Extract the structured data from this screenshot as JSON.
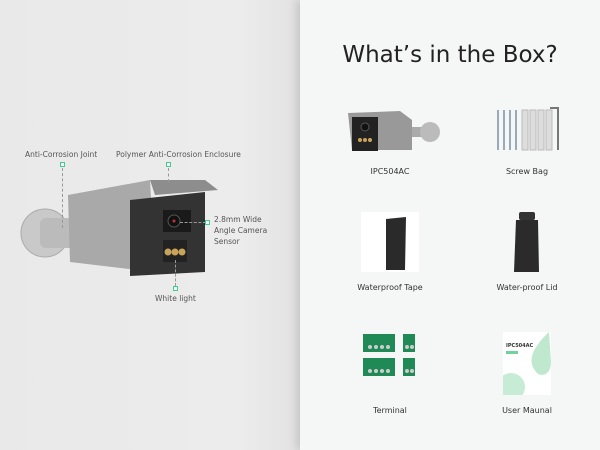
{
  "callouts": {
    "joint": "Anti-Corrosion Joint",
    "enclosure": "Polymer Anti-Corrosion Enclosure",
    "sensor_line1": "2.8mm Wide",
    "sensor_line2": "Angle Camera",
    "sensor_line3": "Sensor",
    "light": "White light"
  },
  "accent_color": "#3ecf8e",
  "box": {
    "title": "What’s in the Box?",
    "items": [
      {
        "label": "IPC504AC"
      },
      {
        "label": "Screw Bag"
      },
      {
        "label": "Waterproof Tape"
      },
      {
        "label": "Water-proof Lid"
      },
      {
        "label": "Terminal"
      },
      {
        "label": "User Maunal"
      }
    ],
    "manual_cover_text": "IPC504AC"
  }
}
